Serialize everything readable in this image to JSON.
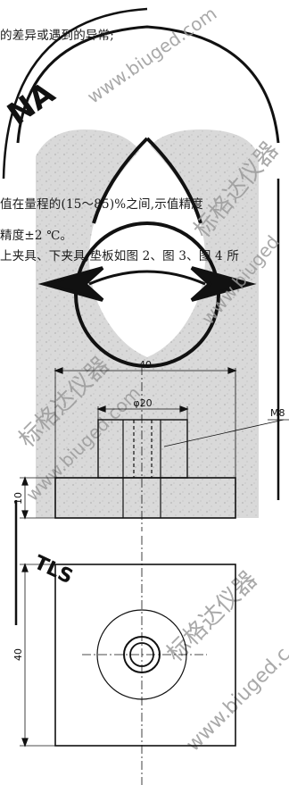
{
  "text_lines": {
    "line1": "的差异或遇到的异常;",
    "line2": "值在量程的(15～85)%之间,示值精度",
    "line3": "精度±2 ℃。",
    "line4": "上夹具、下夹具,垫板如图 2、图 3、图 4 所"
  },
  "emblem": {
    "partial_text_top": "NA",
    "partial_text_bottom": "TLS"
  },
  "watermarks": {
    "url_top": "www.biuged.com",
    "cn_right": "标格达仪器",
    "url_right": "www.biuged",
    "cn_left": "标格达仪器",
    "url_left": "www.biuged.com",
    "cn_bottom": "标格达仪器",
    "url_bottom": "www.biuged.c"
  },
  "dimensions": {
    "width_40": "40",
    "dia_20": "φ20",
    "thread_m8": "M8",
    "height_10": "10",
    "side_40": "40"
  },
  "colors": {
    "ink": "#111111",
    "emblem_fill": "#d2d2d2",
    "watermark": "#9a9a9a"
  }
}
